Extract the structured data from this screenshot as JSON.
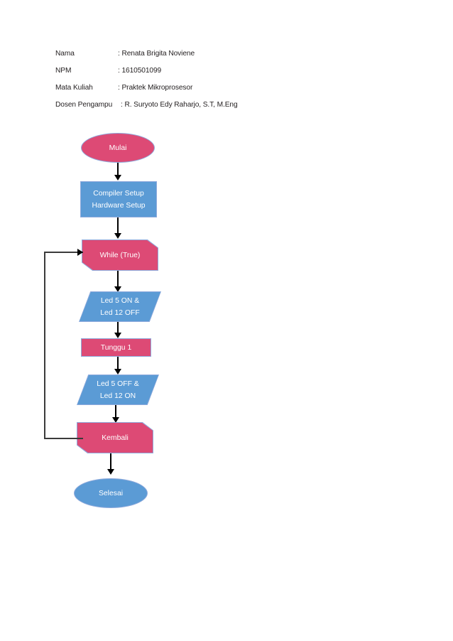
{
  "document": {
    "page_background": "#ffffff",
    "header": {
      "rows": [
        {
          "label": "Nama",
          "value": ": Renata Brigita Noviene"
        },
        {
          "label": "NPM",
          "value": ": 1610501099"
        },
        {
          "label": "Mata Kuliah",
          "value": ": Praktek Mikroprosesor"
        },
        {
          "label": "Dosen Pengampu",
          "value": ": R. Suryoto Edy Raharjo, S.T, M.Eng"
        }
      ]
    }
  },
  "colors": {
    "pink": "#DD4A75",
    "blue": "#5B9BD5",
    "shape_border": "#8FAADC",
    "connector": "#000000",
    "loop_connector": "#3b3b3b",
    "node_text": "#ffffff",
    "body_text": "#231f20"
  },
  "flowchart": {
    "title": "",
    "nodes": [
      {
        "id": "mulai",
        "shape": "ellipse",
        "fill": "pink",
        "lines": [
          "Mulai"
        ]
      },
      {
        "id": "setup",
        "shape": "rectangle",
        "fill": "blue",
        "lines": [
          "Compiler Setup",
          "Hardware Setup"
        ]
      },
      {
        "id": "while-true",
        "shape": "hexagon",
        "fill": "pink",
        "lines": [
          "While (True)"
        ]
      },
      {
        "id": "led-on-off",
        "shape": "parallelogram",
        "fill": "blue",
        "lines": [
          "Led 5 ON &",
          "Led 12 OFF"
        ]
      },
      {
        "id": "tunggu-1",
        "shape": "rectangle",
        "fill": "pink",
        "lines": [
          "Tunggu 1"
        ]
      },
      {
        "id": "led-off-on",
        "shape": "parallelogram",
        "fill": "blue",
        "lines": [
          "Led 5 OFF &",
          "Led 12 ON"
        ]
      },
      {
        "id": "kembali",
        "shape": "hexagon",
        "fill": "pink",
        "lines": [
          "Kembali"
        ]
      },
      {
        "id": "selesai",
        "shape": "ellipse",
        "fill": "blue",
        "lines": [
          "Selesai"
        ]
      }
    ],
    "connectors": [
      {
        "from": "mulai",
        "to": "setup",
        "type": "arrow-down"
      },
      {
        "from": "setup",
        "to": "while-true",
        "type": "arrow-down"
      },
      {
        "from": "while-true",
        "to": "led-on-off",
        "type": "arrow-down"
      },
      {
        "from": "led-on-off",
        "to": "tunggu-1",
        "type": "arrow-down"
      },
      {
        "from": "tunggu-1",
        "to": "led-off-on",
        "type": "arrow-down"
      },
      {
        "from": "led-off-on",
        "to": "kembali",
        "type": "arrow-down"
      },
      {
        "from": "kembali",
        "to": "selesai",
        "type": "arrow-down"
      },
      {
        "from": "kembali",
        "to": "while-true",
        "type": "loop-back-left"
      }
    ]
  }
}
